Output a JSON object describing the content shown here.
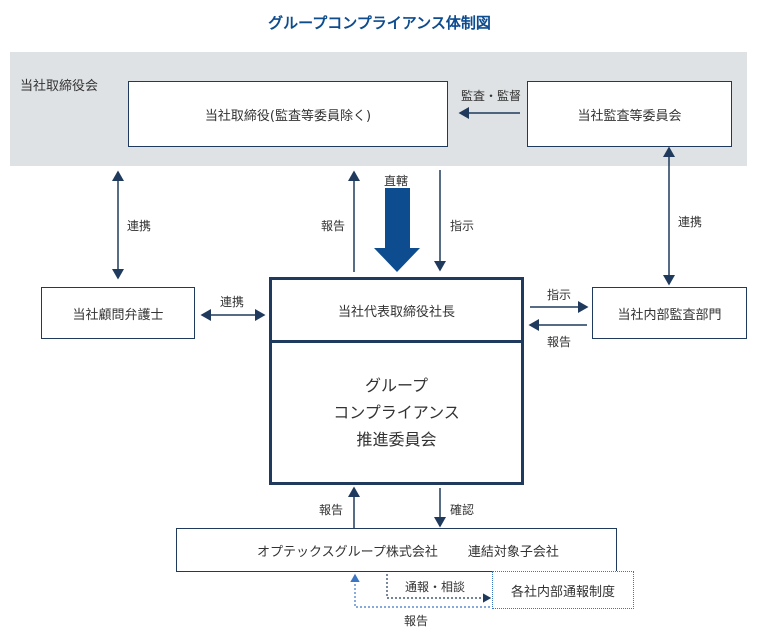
{
  "title": "グループコンプライアンス体制図",
  "board_band_label": "当社取締役会",
  "nodes": {
    "directors": "当社取締役(監査等委員除く)",
    "audit_committee": "当社監査等委員会",
    "lawyer": "当社顧問弁護士",
    "president": "当社代表取締役社長",
    "compliance_committee": [
      "グループ",
      "コンプライアンス",
      "推進委員会"
    ],
    "internal_audit": "当社内部監査部門",
    "group": "オプテックスグループ株式会社",
    "subsidiaries": "連結対象子会社",
    "whistle": "各社内部通報制度"
  },
  "edge_labels": {
    "audit_supervise": "監査・監督",
    "direct": "直轄",
    "report_to_board": "報告",
    "instruct_from_board": "指示",
    "cooperate_lawyer_board": "連携",
    "cooperate_audit_internal": "連携",
    "cooperate_lawyer_president": "連携",
    "instruct_internal": "指示",
    "report_internal": "報告",
    "report_group": "報告",
    "confirm_group": "確認",
    "whistle_consult": "通報・相談",
    "whistle_report": "報告"
  },
  "colors": {
    "title": "#0d4c8f",
    "band": "#dfe2e5",
    "line": "#1f3a5c",
    "big_arrow": "#0d4c8f",
    "dotted": "#3a76c4"
  }
}
